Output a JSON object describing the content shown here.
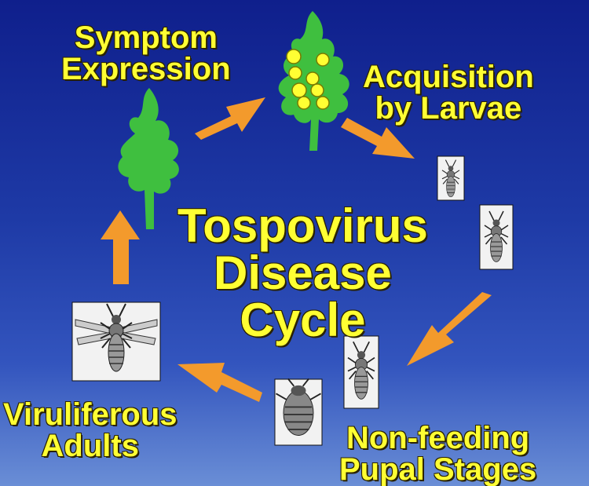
{
  "diagram": {
    "title": [
      "Tospovirus",
      "Disease",
      "Cycle"
    ],
    "stages": {
      "symptom": [
        "Symptom",
        "Expression"
      ],
      "acquisition": [
        "Acquisition",
        "by Larvae"
      ],
      "pupal": [
        "Non-feeding",
        "Pupal Stages"
      ],
      "adults": [
        "Viruliferous",
        "Adults"
      ]
    }
  },
  "colors": {
    "text": "#ffff33",
    "arrow": "#f39a2c",
    "leaf": "#3fbf3f",
    "lesion": "#ffff33",
    "background_top": "#0f1f8c",
    "background_bottom": "#6a8ed6"
  }
}
